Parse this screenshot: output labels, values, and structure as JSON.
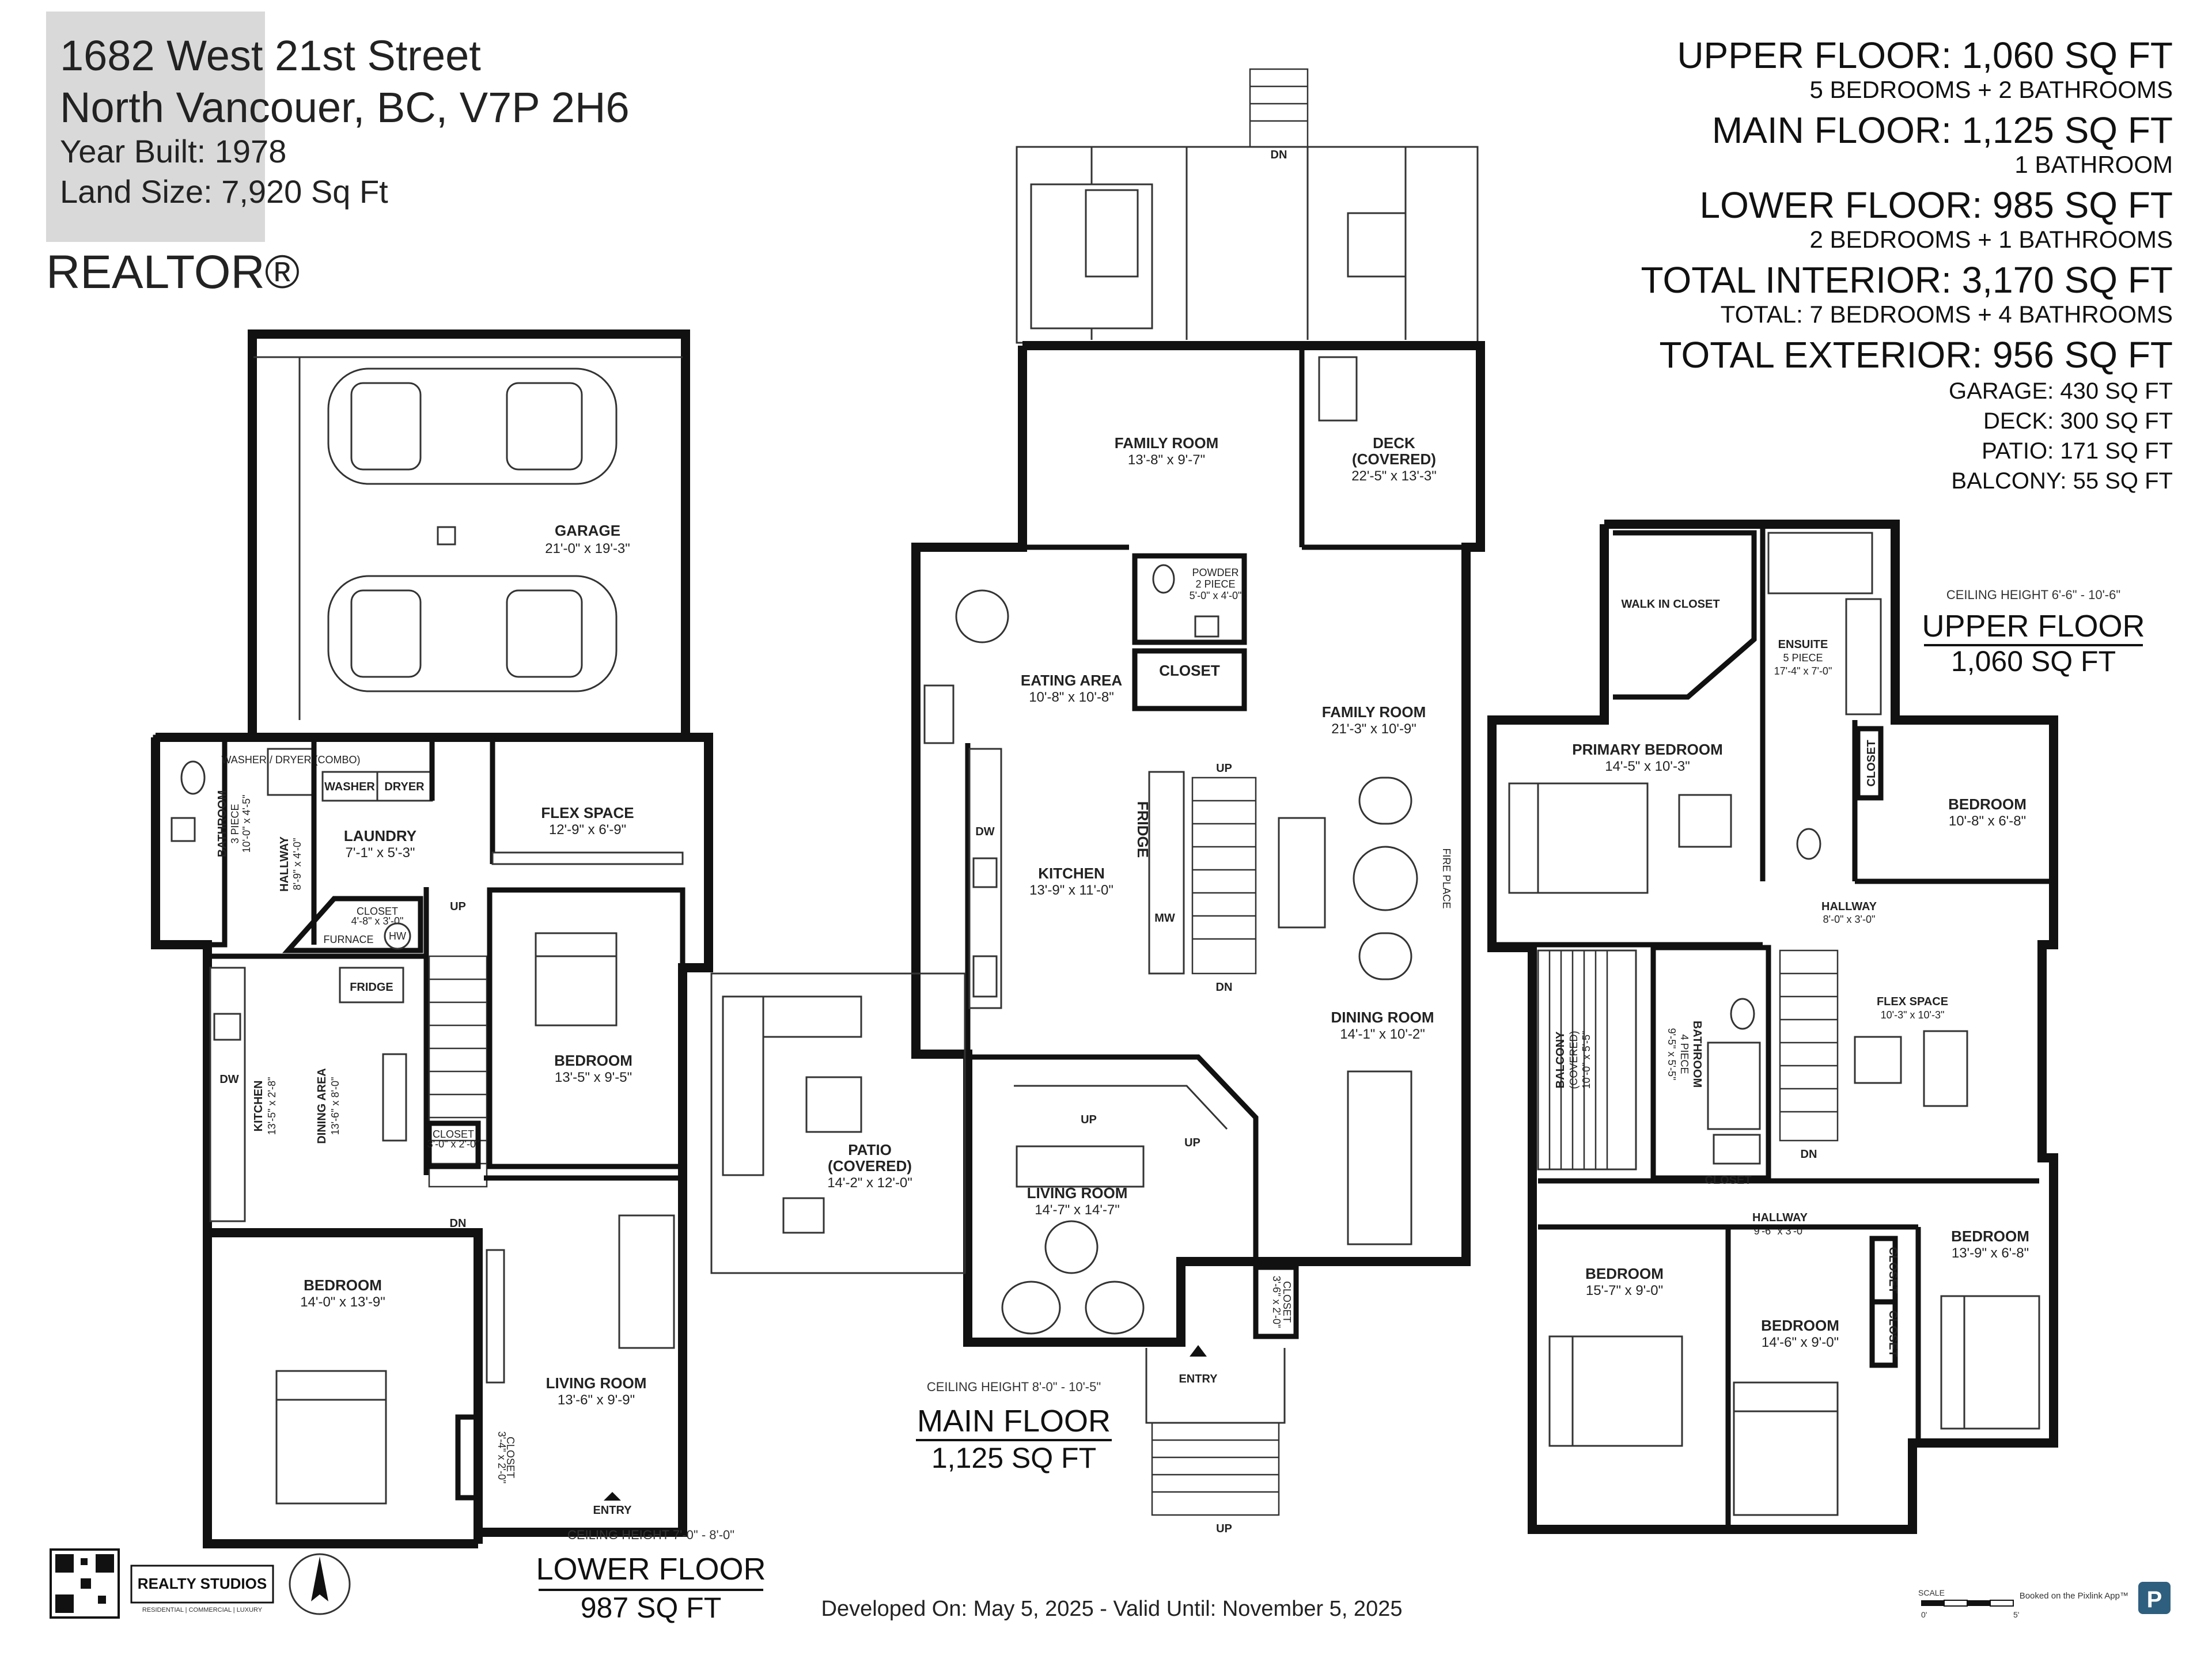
{
  "header": {
    "address_line1": "1682 West 21st Street",
    "address_line2": "North Vancouer, BC, V7P 2H6",
    "year_built": "Year Built: 1978",
    "land_size": "Land Size: 7,920 Sq Ft",
    "realtor_logo": "REALTOR®"
  },
  "summary": {
    "upper": "UPPER FLOOR: 1,060 SQ FT",
    "upper_sub": "5 BEDROOMS + 2 BATHROOMS",
    "main": "MAIN FLOOR: 1,125 SQ FT",
    "main_sub": "1 BATHROOM",
    "lower": "LOWER FLOOR: 985 SQ FT",
    "lower_sub": "2 BEDROOMS + 1 BATHROOMS",
    "total_interior": "TOTAL INTERIOR: 3,170 SQ FT",
    "total_interior_sub": "TOTAL: 7 BEDROOMS  + 4 BATHROOMS",
    "total_exterior": "TOTAL EXTERIOR: 956 SQ FT",
    "garage": "GARAGE: 430 SQ FT",
    "deck": "DECK: 300 SQ FT",
    "patio": "PATIO: 171 SQ FT",
    "balcony": "BALCONY: 55 SQ FT"
  },
  "floors": {
    "lower": {
      "ceiling": "CEILING HEIGHT 7'-0\" - 8'-0\"",
      "label": "LOWER FLOOR",
      "sqft": "987 SQ FT"
    },
    "main": {
      "ceiling": "CEILING HEIGHT 8'-0\" - 10'-5\"",
      "label": "MAIN FLOOR",
      "sqft": "1,125 SQ FT"
    },
    "upper": {
      "ceiling": "CEILING HEIGHT 6'-6\" - 10'-6\"",
      "label": "UPPER FLOOR",
      "sqft": "1,060 SQ FT"
    }
  },
  "rooms": {
    "garage": {
      "name": "GARAGE",
      "dim": "21'-0\" x 19'-3\""
    },
    "bathroom_low": {
      "name": "BATHROOM",
      "sub": "3 PIECE",
      "dim": "10'-0\" x 4'-5\""
    },
    "washer_dryer": "WASHER / DRYER (COMBO)",
    "hallway_low": {
      "name": "HALLWAY",
      "dim": "8'-9\" x 4'-0\""
    },
    "washer": "WASHER",
    "dryer": "DRYER",
    "laundry": {
      "name": "LAUNDRY",
      "dim": "7'-1\" x 5'-3\""
    },
    "flex_low": {
      "name": "FLEX SPACE",
      "dim": "12'-9\" x 6'-9\""
    },
    "closet_low": {
      "name": "CLOSET",
      "dim": "4'-8\" x 3'-0\""
    },
    "furnace": "FURNACE",
    "hw": "HW",
    "fridge_low": "FRIDGE",
    "dw_low": "DW",
    "kitchen_low": {
      "name": "KITCHEN",
      "dim": "13'-5\" x 2'-8\""
    },
    "dining_low": {
      "name": "DINING AREA",
      "dim": "13'-6\" x 8'-0\""
    },
    "bedroom_low1": {
      "name": "BEDROOM",
      "dim": "13'-5\" x 9'-5\""
    },
    "closet_low2": {
      "name": "CLOSET",
      "dim": "3'-0\" x 2'-0\""
    },
    "bedroom_low2": {
      "name": "BEDROOM",
      "dim": "14'-0\" x 13'-9\""
    },
    "living_low": {
      "name": "LIVING ROOM",
      "dim": "13'-6\" x 9'-9\""
    },
    "closet_low3": {
      "name": "CLOSET",
      "dim": "3'-4\" x 2'-0\""
    },
    "entry_low": "ENTRY",
    "up_low": "UP",
    "dn_low": "DN",
    "family_main1": {
      "name": "FAMILY ROOM",
      "dim": "13'-8\" x 9'-7\""
    },
    "deck": {
      "name": "DECK",
      "sub": "(COVERED)",
      "dim": "22'-5\" x 13'-3\""
    },
    "powder": {
      "name": "POWDER",
      "sub": "2 PIECE",
      "dim": "5'-0\" x 4'-0\""
    },
    "closet_main": "CLOSET",
    "eating": {
      "name": "EATING AREA",
      "dim": "10'-8\" x 10'-8\""
    },
    "family_main2": {
      "name": "FAMILY ROOM",
      "dim": "21'-3\" x 10'-9\""
    },
    "dw_main": "DW",
    "kitchen_main": {
      "name": "KITCHEN",
      "dim": "13'-9\" x 11'-0\""
    },
    "fridge_main": "FRIDGE",
    "mw": "MW",
    "fireplace": "FIRE PLACE",
    "dining_main": {
      "name": "DINING ROOM",
      "dim": "14'-1\" x 10'-2\""
    },
    "patio": {
      "name": "PATIO",
      "sub": "(COVERED)",
      "dim": "14'-2\" x 12'-0\""
    },
    "living_main": {
      "name": "LIVING ROOM",
      "dim": "14'-7\" x 14'-7\""
    },
    "closet_main2": {
      "name": "CLOSET",
      "dim": "3'-6\" x 2'-0\""
    },
    "entry_main": "ENTRY",
    "up_main": "UP",
    "dn_main": "DN",
    "walkin": "WALK IN CLOSET",
    "ensuite": {
      "name": "ENSUITE",
      "sub": "5 PIECE",
      "dim": "17'-4\" x 7'-0\""
    },
    "primary": {
      "name": "PRIMARY BEDROOM",
      "dim": "14'-5\" x 10'-3\""
    },
    "closet_up1": "CLOSET",
    "bedroom_up1": {
      "name": "BEDROOM",
      "dim": "10'-8\" x 6'-8\""
    },
    "hallway_up1": {
      "name": "HALLWAY",
      "dim": "8'-0\" x 3'-0\""
    },
    "balcony": {
      "name": "BALCONY",
      "sub": "(COVERED)",
      "dim": "10'-0\" x 5'-5\""
    },
    "bathroom_up": {
      "name": "BATHROOM",
      "sub": "4 PIECE",
      "dim": "9'-5\" x 5'-5\""
    },
    "flex_up": {
      "name": "FLEX SPACE",
      "dim": "10'-3\" x 10'-3\""
    },
    "closet_up2": "CLOSET",
    "hallway_up2": {
      "name": "HALLWAY",
      "dim": "9'-6\" x 3'-0\""
    },
    "bedroom_up2": {
      "name": "BEDROOM",
      "dim": "15'-7\" x 9'-0\""
    },
    "bedroom_up3": {
      "name": "BEDROOM",
      "dim": "14'-6\" x 9'-0\""
    },
    "bedroom_up4": {
      "name": "BEDROOM",
      "dim": "13'-9\" x 6'-8\""
    },
    "closet_up3": "CLOSET",
    "closet_up4": "CLOSET",
    "dn_up": "DN"
  },
  "footer": {
    "developed": "Developed On: May 5, 2025 - Valid Until: November 5, 2025",
    "realty_studios": "REALTY STUDIOS",
    "realty_sub": "RESIDENTIAL | COMMERCIAL | LUXURY",
    "scale": "SCALE",
    "scale_0": "0'",
    "scale_5": "5'",
    "booked": "Booked on the Pixlink App™",
    "pixlink": "P"
  }
}
